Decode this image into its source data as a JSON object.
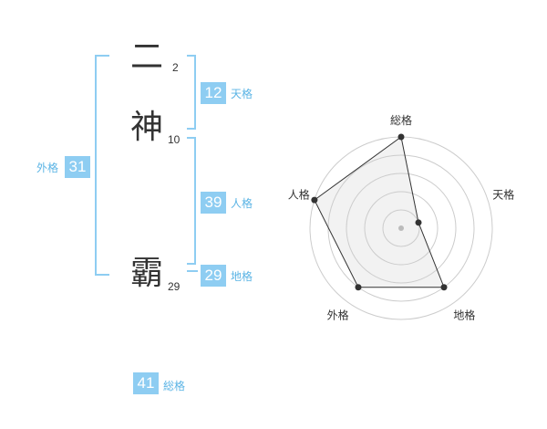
{
  "name_chars": [
    {
      "char": "二",
      "strokes": "2"
    },
    {
      "char": "神",
      "strokes": "10"
    },
    {
      "char": "霸",
      "strokes": "29"
    }
  ],
  "scores": {
    "tenkaku": {
      "value": "12",
      "label": "天格"
    },
    "jinkaku": {
      "value": "39",
      "label": "人格"
    },
    "chikaku": {
      "value": "29",
      "label": "地格"
    },
    "gaikaku": {
      "value": "31",
      "label": "外格"
    },
    "soukaku": {
      "value": "41",
      "label": "総格"
    }
  },
  "radar": {
    "axes": [
      "総格",
      "天格",
      "地格",
      "外格",
      "人格"
    ],
    "levels": 5,
    "values": [
      5,
      1,
      4,
      4,
      5
    ],
    "max": 5,
    "colors": {
      "fill": "#f2f2f2",
      "ring": "#cccccc",
      "line": "#333333",
      "point": "#333333",
      "center": "#bbbbbb"
    }
  }
}
